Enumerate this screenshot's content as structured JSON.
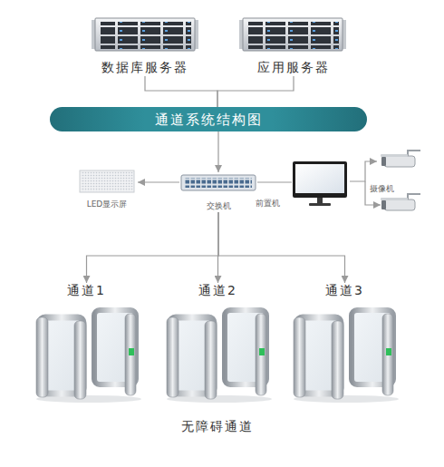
{
  "diagram": {
    "nodes": [
      {
        "text": [
          "数据库服务器"
        ]
      },
      {
        "text": [
          "应用服务器"
        ]
      },
      {
        "text": [
          "通道系统结构图"
        ]
      },
      {
        "text": [
          "LED显示屏"
        ]
      },
      {
        "text": [
          "交换机"
        ]
      },
      {
        "text": [
          "前置机"
        ]
      },
      {
        "text": [
          "摄像机"
        ]
      },
      {
        "text": [
          "通道1"
        ]
      },
      {
        "text": [
          "通道2"
        ]
      },
      {
        "text": [
          "通道3"
        ]
      }
    ],
    "edges": [
      {
        "from": 0,
        "to": 2,
        "arrow": "none"
      },
      {
        "from": 1,
        "to": 2,
        "arrow": "none"
      },
      {
        "from": 2,
        "to": 4,
        "arrow": "to"
      },
      {
        "from": 4,
        "to": 3,
        "arrow": "to"
      },
      {
        "from": 4,
        "to": 5,
        "arrow": "none"
      },
      {
        "from": 5,
        "to": 6,
        "arrow": "to"
      },
      {
        "from": 4,
        "to": 7,
        "arrow": "to"
      },
      {
        "from": 4,
        "to": 8,
        "arrow": "to"
      },
      {
        "from": 4,
        "to": 9,
        "arrow": "to"
      }
    ],
    "labels": [
      "无障碍通道"
    ]
  }
}
